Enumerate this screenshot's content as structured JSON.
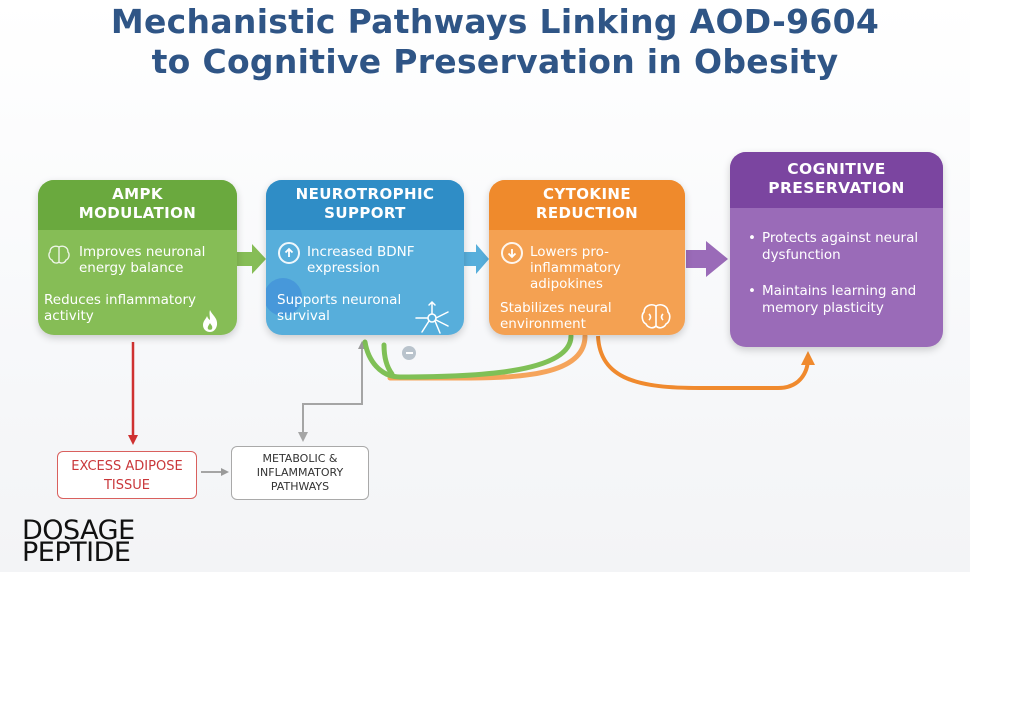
{
  "title": {
    "line1": "Mechanistic Pathways Linking AOD-9604",
    "line2": "to Cognitive Preservation in Obesity"
  },
  "cards": {
    "ampk": {
      "heading_line1": "AMPK",
      "heading_line2": "MODULATION",
      "point1": "Improves neuronal energy balance",
      "point2": "Reduces inflammatory activity",
      "color": "#6aa93e"
    },
    "neurotrophic": {
      "heading_line1": "NEUROTROPHIC",
      "heading_line2": "SUPPORT",
      "point1": "Increased BDNF expression",
      "point2": "Supports neuronal survival",
      "color": "#2f8dc6"
    },
    "cytokine": {
      "heading_line1": "CYTOKINE",
      "heading_line2": "REDUCTION",
      "point1": "Lowers pro-inflammatory adipokines",
      "point2": "Stabilizes neural environment",
      "color": "#ef8a2c"
    },
    "cognitive": {
      "heading_line1": "COGNITIVE",
      "heading_line2": "PRESERVATION",
      "bullet1": "Protects against neural dysfunction",
      "bullet2": "Maintains learning and memory plasticity",
      "color": "#7b45a0"
    }
  },
  "nodes": {
    "excess_line1": "EXCESS ADIPOSE",
    "excess_line2": "TISSUE",
    "metabolic_line1": "METABOLIC &",
    "metabolic_line2": "INFLAMMATORY",
    "metabolic_line3": "PATHWAYS"
  },
  "icons": {
    "brain": "brain-icon",
    "flame": "flame-icon",
    "up_arrow": "arrow-up-circle-icon",
    "neuron": "neuron-icon",
    "down_arrow": "arrow-down-circle-icon",
    "minus": "minus-circle-icon"
  },
  "wordmark": {
    "line1": "DOSAGE",
    "line2": "PEPTIDE"
  }
}
